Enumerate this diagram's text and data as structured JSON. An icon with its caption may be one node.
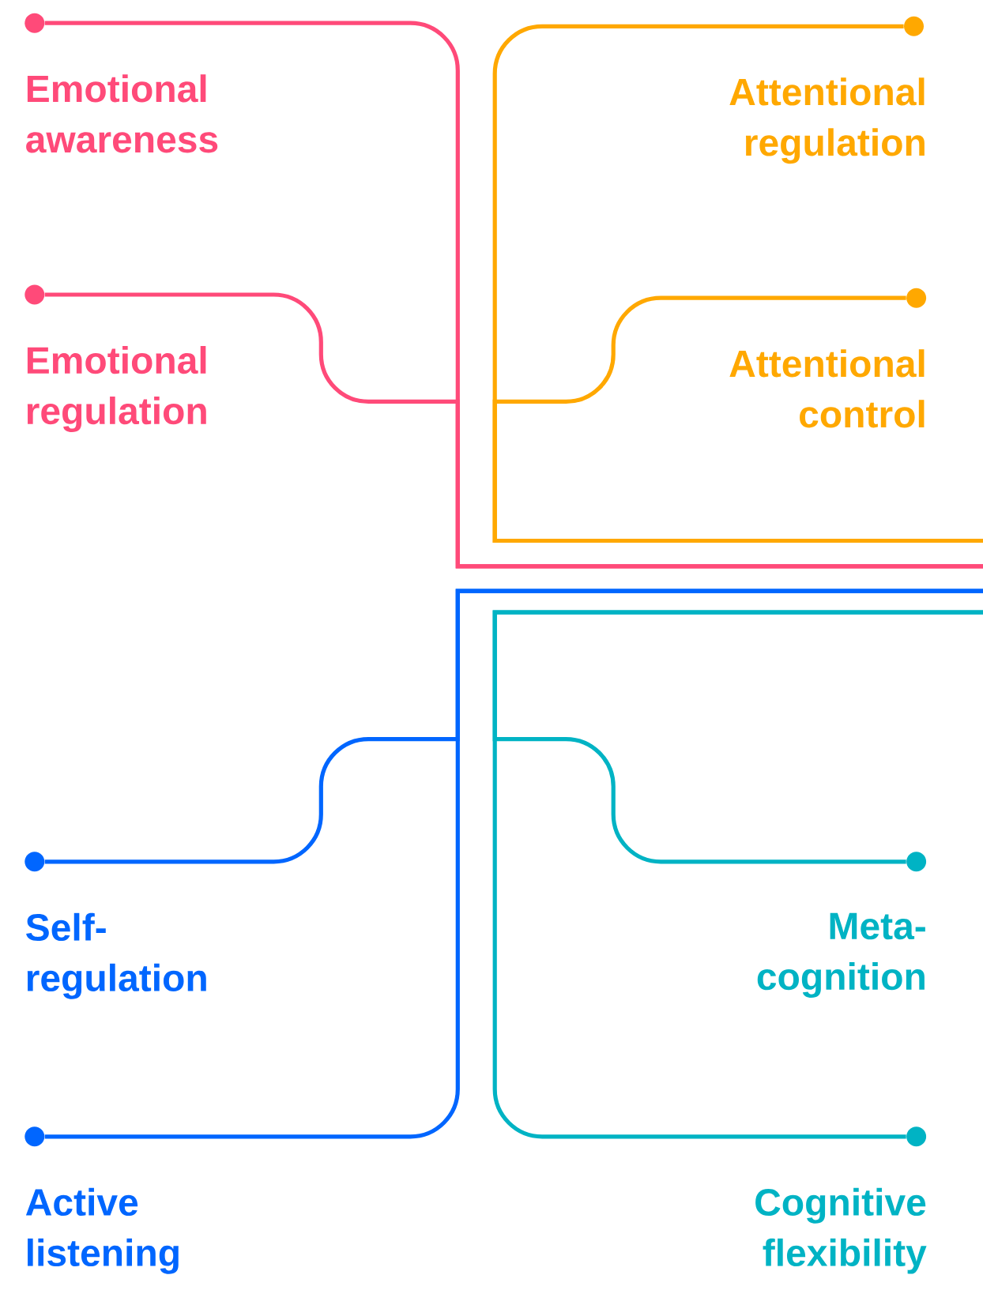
{
  "diagram": {
    "nodes": [
      {
        "text": [],
        "shape": "circle",
        "beside": [
          "Emotional awareness"
        ]
      },
      {
        "text": [],
        "shape": "circle",
        "beside": [
          "Attentional regulation"
        ]
      },
      {
        "text": [],
        "shape": "circle",
        "beside": [
          "Emotional regulation"
        ]
      },
      {
        "text": [],
        "shape": "circle",
        "beside": [
          "Attentional control"
        ]
      },
      {
        "text": [],
        "shape": "circle",
        "beside": [
          "Self- regulation"
        ]
      },
      {
        "text": [],
        "shape": "circle",
        "beside": [
          "Meta- cognition"
        ]
      },
      {
        "text": [],
        "shape": "circle",
        "beside": [
          "Active listening"
        ]
      },
      {
        "text": [],
        "shape": "circle",
        "beside": [
          "Cognitive flexibility"
        ]
      }
    ],
    "edges": [
      {
        "from": 0,
        "to": null,
        "arrow": "none",
        "color": "#ff4a79"
      },
      {
        "from": 2,
        "to": null,
        "arrow": "none",
        "color": "#ff4a79"
      },
      {
        "from": 1,
        "to": null,
        "arrow": "none",
        "color": "#ffa800"
      },
      {
        "from": 3,
        "to": null,
        "arrow": "none",
        "color": "#ffa800"
      },
      {
        "from": 4,
        "to": null,
        "arrow": "none",
        "color": "#0066ff"
      },
      {
        "from": 6,
        "to": null,
        "arrow": "none",
        "color": "#0066ff"
      },
      {
        "from": 5,
        "to": null,
        "arrow": "none",
        "color": "#00b3c4"
      },
      {
        "from": 7,
        "to": null,
        "arrow": "none",
        "color": "#00b3c4"
      }
    ]
  }
}
